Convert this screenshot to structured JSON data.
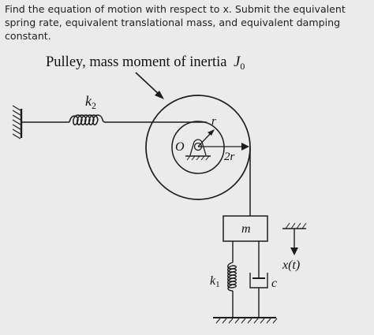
{
  "question": "Find the equation of motion with respect to x. Submit the equivalent spring rate, equivalent translational mass, and equivalent damping constant.",
  "diagram": {
    "pulley_label": "Pulley, mass moment of inertia",
    "pulley_symbol": "J",
    "pulley_subscript": "0",
    "spring_top_label": "k",
    "spring_top_subscript": "2",
    "radius_inner_label": "r",
    "radius_outer_label": "2r",
    "center_label": "O",
    "mass_label": "m",
    "spring_bottom_label": "k",
    "spring_bottom_subscript": "1",
    "damper_label": "c",
    "displacement_label": "x(t)"
  }
}
